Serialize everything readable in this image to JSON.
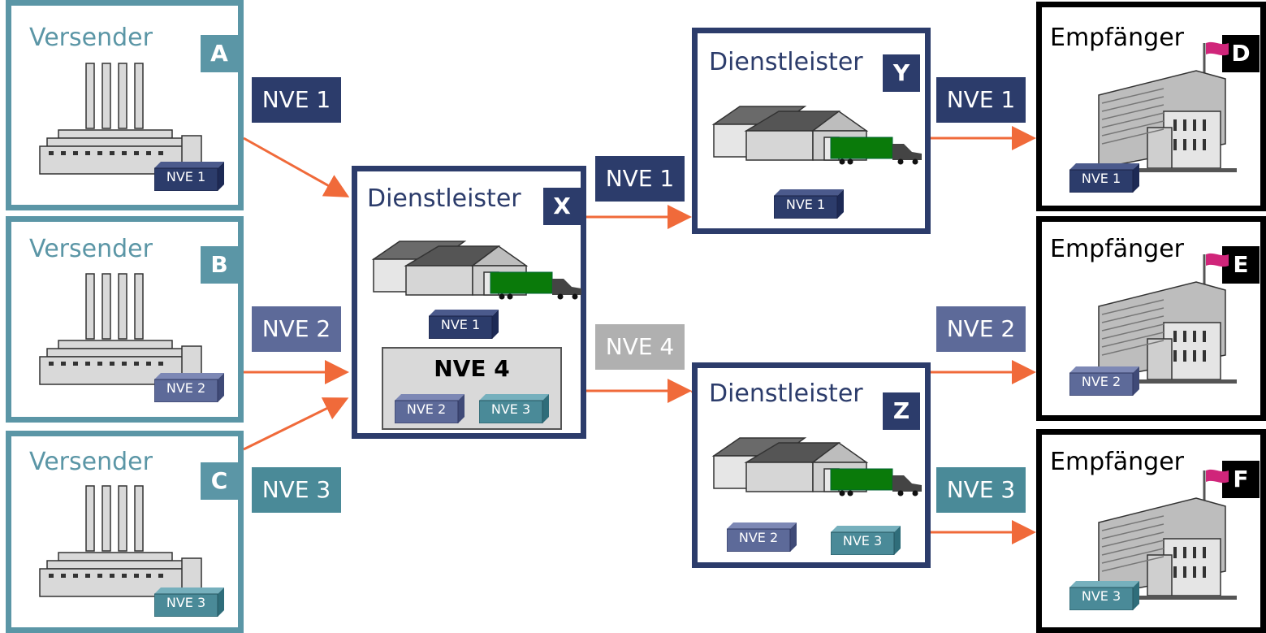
{
  "colors": {
    "sender": "#5b96a6",
    "provider": "#2c3c6b",
    "receiver": "#000000",
    "nve1": "#2c3c6b",
    "nve2": "#5d6a99",
    "nve3": "#4a8a98",
    "nve4": "#b0b0b0",
    "arrow": "#f06a3a",
    "truck": "#0a7a0a",
    "flag": "#d0257a"
  },
  "senders": [
    {
      "title": "Versender",
      "letter": "A",
      "package": "NVE 1"
    },
    {
      "title": "Versender",
      "letter": "B",
      "package": "NVE 2"
    },
    {
      "title": "Versender",
      "letter": "C",
      "package": "NVE 3"
    }
  ],
  "providers": {
    "x": {
      "title": "Dienstleister",
      "letter": "X",
      "package": "NVE 1",
      "group_title": "NVE 4",
      "group_items": [
        "NVE 2",
        "NVE 3"
      ]
    },
    "y": {
      "title": "Dienstleister",
      "letter": "Y",
      "package": "NVE 1"
    },
    "z": {
      "title": "Dienstleister",
      "letter": "Z",
      "packages": [
        "NVE 2",
        "NVE 3"
      ]
    }
  },
  "receivers": [
    {
      "title": "Empfänger",
      "letter": "D",
      "package": "NVE 1"
    },
    {
      "title": "Empfänger",
      "letter": "E",
      "package": "NVE 2"
    },
    {
      "title": "Empfänger",
      "letter": "F",
      "package": "NVE 3"
    }
  ],
  "tags": {
    "a_to_x": "NVE 1",
    "b_to_x": "NVE 2",
    "c_to_x": "NVE 3",
    "x_to_y": "NVE 1",
    "x_to_z": "NVE 4",
    "y_to_d": "NVE 1",
    "z_to_e": "NVE 2",
    "z_to_f": "NVE 3"
  },
  "icons": {
    "factory": "factory-icon",
    "warehouse": "warehouse-truck-icon",
    "building": "office-building-flag-icon",
    "package": "package-icon"
  }
}
